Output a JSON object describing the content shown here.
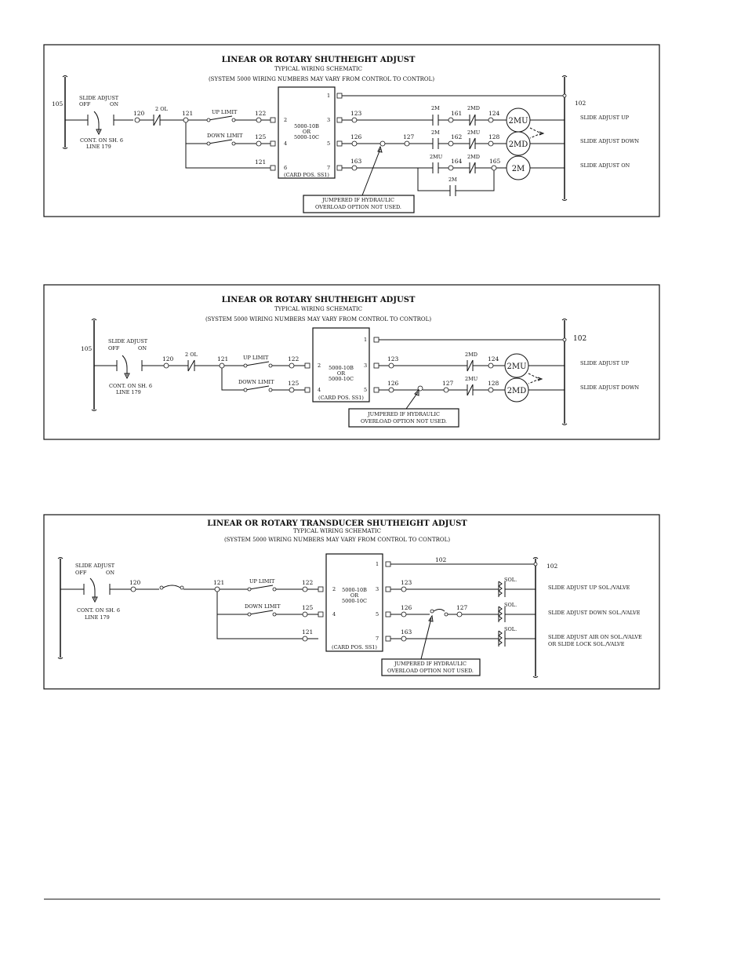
{
  "diagram1": {
    "title": "LINEAR OR ROTARY SHUTHEIGHT ADJUST",
    "subtitle": "TYPICAL WIRING SCHEMATIC",
    "note": "(SYSTEM 5000 WIRING NUMBERS MAY VARY FROM CONTROL TO CONTROL)",
    "left_rail": "105",
    "right_rail": "102",
    "switch_label": "SLIDE ADJUST",
    "switch_off": "OFF",
    "switch_on": "ON",
    "cont_line1": "CONT. ON SH. 6",
    "cont_line2": "LINE 179",
    "w120": "120",
    "ol": "2 OL",
    "w121": "121",
    "up_limit": "UP LIMIT",
    "down_limit": "DOWN LIMIT",
    "w122": "122",
    "w125": "125",
    "w121b": "121",
    "card_line1": "5000-10B",
    "card_line2": "OR",
    "card_line3": "5000-10C",
    "card_pos": "(CARD POS. SS1)",
    "pin1": "1",
    "pin2": "2",
    "pin3": "3",
    "pin4": "4",
    "pin5": "5",
    "pin6": "6",
    "pin7": "7",
    "w123": "123",
    "w126": "126",
    "w127": "127",
    "w163": "163",
    "c2m": "2M",
    "c2md": "2MD",
    "c2m_b": "2M",
    "c2mu": "2MU",
    "c2mu_b": "2MU",
    "c2md_b": "2MD",
    "c2m_c": "2M",
    "w161": "161",
    "w162": "162",
    "w164": "164",
    "w165": "165",
    "w124": "124",
    "w128": "128",
    "coil_2mu": "2MU",
    "coil_2md": "2MD",
    "coil_2m": "2M",
    "out_up": "SLIDE ADJUST UP",
    "out_down": "SLIDE ADJUST DOWN",
    "out_on": "SLIDE ADJUST ON",
    "jumper_line1": "JUMPERED IF HYDRAULIC",
    "jumper_line2": "OVERLOAD OPTION NOT USED."
  },
  "diagram2": {
    "title": "LINEAR OR ROTARY SHUTHEIGHT ADJUST",
    "subtitle": "TYPICAL WIRING SCHEMATIC",
    "note": "(SYSTEM 5000 WIRING NUMBERS MAY VARY FROM CONTROL TO CONTROL)",
    "left_rail": "105",
    "right_rail": "102",
    "switch_label": "SLIDE ADJUST",
    "switch_off": "OFF",
    "switch_on": "ON",
    "cont_line1": "CONT. ON SH. 6",
    "cont_line2": "LINE 179",
    "w120": "120",
    "ol": "2 OL",
    "w121": "121",
    "up_limit": "UP LIMIT",
    "down_limit": "DOWN LIMIT",
    "w122": "122",
    "w125": "125",
    "card_line1": "5000-10B",
    "card_line2": "OR",
    "card_line3": "5000-10C",
    "card_pos": "(CARD POS. SS1)",
    "pin1": "1",
    "pin2": "2",
    "pin3": "3",
    "pin4": "4",
    "pin5": "5",
    "w123": "123",
    "w126": "126",
    "w127": "127",
    "c2md": "2MD",
    "c2mu": "2MU",
    "w124": "124",
    "w128": "128",
    "coil_2mu": "2MU",
    "coil_2md": "2MD",
    "out_up": "SLIDE ADJUST UP",
    "out_down": "SLIDE ADJUST DOWN",
    "jumper_line1": "JUMPERED IF HYDRAULIC",
    "jumper_line2": "OVERLOAD OPTION NOT USED."
  },
  "diagram3": {
    "title": "LINEAR OR ROTARY TRANSDUCER SHUTHEIGHT ADJUST",
    "subtitle": "TYPICAL WIRING SCHEMATIC",
    "note": "(SYSTEM 5000 WIRING NUMBERS MAY VARY FROM CONTROL TO CONTROL)",
    "switch_label": "SLIDE ADJUST",
    "switch_off": "OFF",
    "switch_on": "ON",
    "cont_line1": "CONT. ON SH. 6",
    "cont_line2": "LINE 179",
    "w120": "120",
    "w121": "121",
    "up_limit": "UP LIMIT",
    "down_limit": "DOWN LIMIT",
    "w122": "122",
    "w125": "125",
    "w121b": "121",
    "card_line1": "5000-10B",
    "card_line2": "OR",
    "card_line3": "5000-10C",
    "card_pos": "(CARD POS. SS1)",
    "pin1": "1",
    "pin2": "2",
    "pin3": "3",
    "pin4": "4",
    "pin5": "5",
    "pin7": "7",
    "w102": "102",
    "right_rail": "102",
    "w123": "123",
    "w126": "126",
    "w127": "127",
    "w163": "163",
    "sol1": "SOL.",
    "sol2": "SOL.",
    "sol3": "SOL.",
    "out_up": "SLIDE ADJUST UP SOL./VALVE",
    "out_down": "SLIDE ADJUST DOWN SOL./VALVE",
    "out_air1": "SLIDE ADJUST AIR ON SOL./VALVE",
    "out_air2": "OR SLIDE LOCK SOL./VALVE",
    "jumper_line1": "JUMPERED IF HYDRAULIC",
    "jumper_line2": "OVERLOAD OPTION NOT USED."
  }
}
